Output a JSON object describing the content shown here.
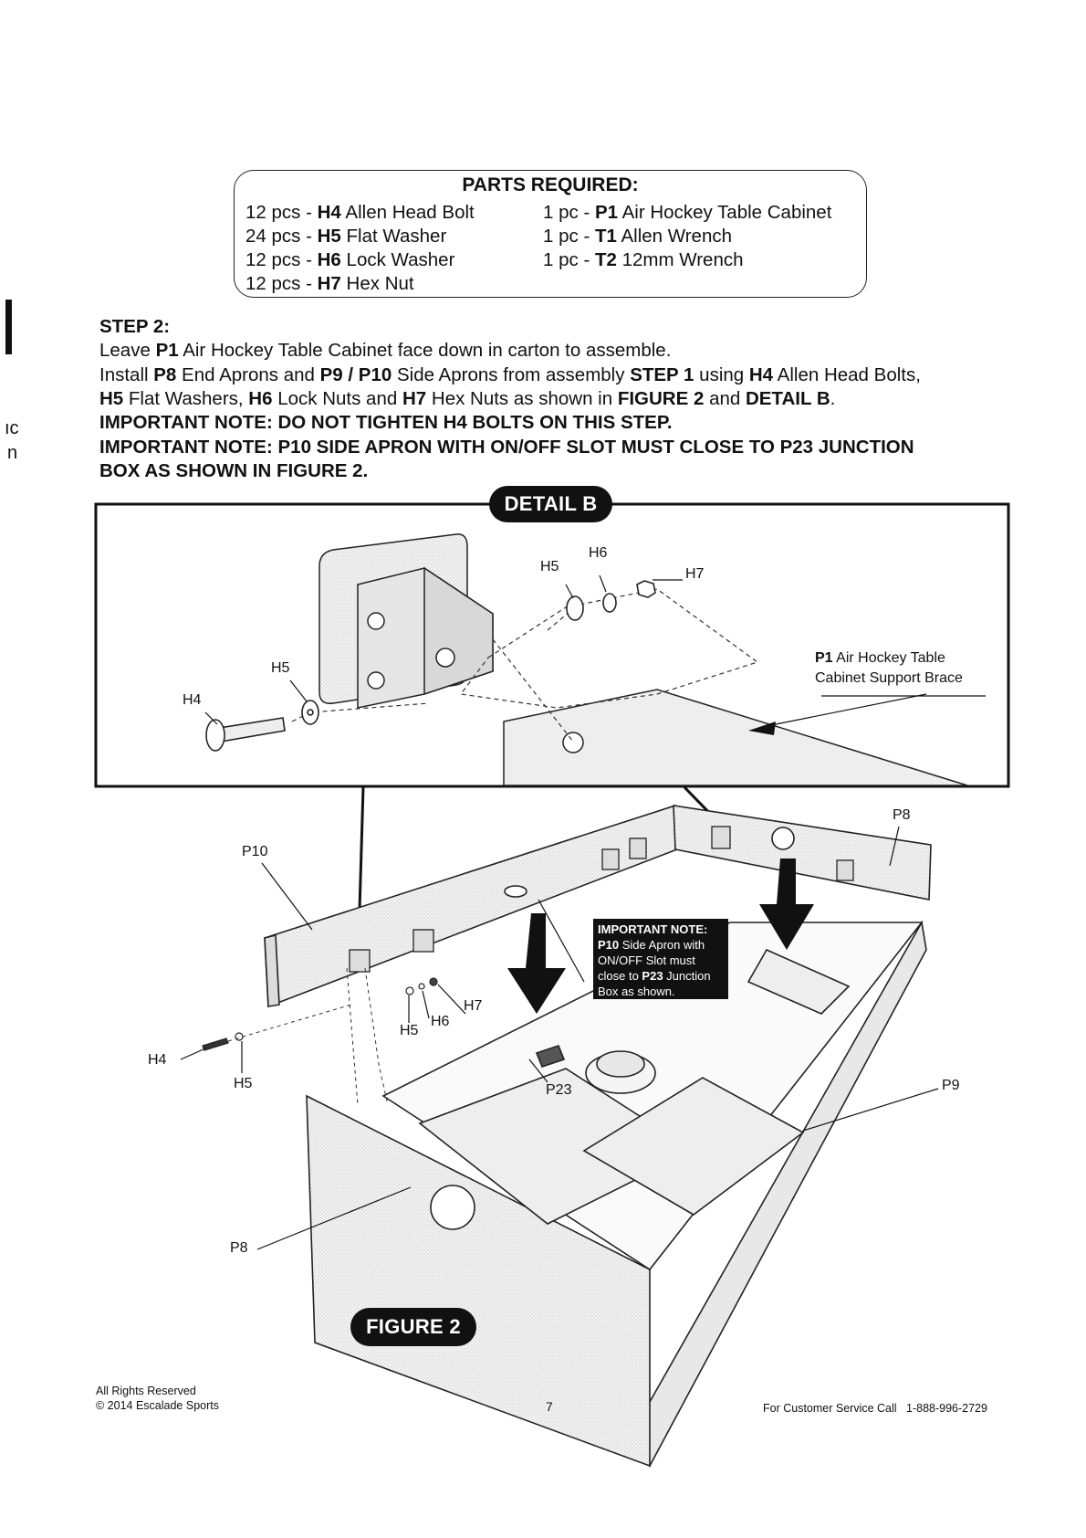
{
  "parts": {
    "title": "PARTS REQUIRED:",
    "left": [
      {
        "qty": "12 pcs - ",
        "code": "H4",
        "name": " Allen Head Bolt"
      },
      {
        "qty": "24 pcs - ",
        "code": "H5",
        "name": " Flat Washer"
      },
      {
        "qty": "12 pcs - ",
        "code": "H6",
        "name": " Lock Washer"
      },
      {
        "qty": "12 pcs - ",
        "code": "H7",
        "name": " Hex Nut"
      }
    ],
    "right": [
      {
        "qty": "1 pc - ",
        "code": "P1",
        "name": " Air Hockey Table Cabinet"
      },
      {
        "qty": "1 pc - ",
        "code": "T1",
        "name": " Allen Wrench"
      },
      {
        "qty": "1 pc - ",
        "code": "T2",
        "name": " 12mm Wrench"
      }
    ]
  },
  "step": {
    "heading": "STEP 2:",
    "l1": {
      "a": "Leave ",
      "b": "P1",
      "c": " Air Hockey Table Cabinet face down in carton to assemble."
    },
    "l2": {
      "a": "Install ",
      "b": "P8",
      "c": " End Aprons and ",
      "d": "P9 / P10",
      "e": " Side Aprons from assembly ",
      "f": "STEP 1",
      "g": " using ",
      "h": "H4",
      "i": " Allen Head Bolts,"
    },
    "l3": {
      "a": "H5",
      "b": " Flat Washers, ",
      "c": "H6",
      "d": " Lock Nuts and ",
      "e": "H7",
      "f": " Hex Nuts as shown in ",
      "g": "FIGURE 2",
      "h": " and ",
      "i": "DETAIL B",
      "j": "."
    },
    "note1": "IMPORTANT NOTE:  DO NOT TIGHTEN H4 BOLTS ON THIS STEP.",
    "note2a": "IMPORTANT NOTE:  P10 SIDE APRON WITH ON/OFF SLOT MUST CLOSE TO P23 JUNCTION",
    "note2b": "BOX AS SHOWN IN FIGURE 2."
  },
  "detail": {
    "badge": "DETAIL B",
    "labels": {
      "h4": "H4",
      "h5a": "H5",
      "h5b": "H5",
      "h6": "H6",
      "h7": "H7"
    },
    "p1_code": "P1",
    "p1_text": " Air Hockey Table",
    "p1_text2": "Cabinet Support Brace"
  },
  "figure": {
    "badge": "FIGURE 2",
    "labels": {
      "p8a": "P8",
      "p8b": "P8",
      "p9": "P9",
      "p10": "P10",
      "p23": "P23",
      "h4": "H4",
      "h5a": "H5",
      "h5b": "H5",
      "h6": "H6",
      "h7": "H7"
    },
    "note": {
      "title": "IMPORTANT NOTE:",
      "l1b": "P10",
      "l1": " Side Apron with",
      "l2": "ON/OFF Slot must",
      "l3a": "close to ",
      "l3b": "P23",
      "l3c": " Junction",
      "l4": "Box as shown."
    }
  },
  "margin": {
    "ic": "ıc",
    "n": "n"
  },
  "footer": {
    "rights": "All Rights Reserved",
    "copyright": "© 2014 Escalade Sports",
    "page": "7",
    "service_label": "For Customer Service Call",
    "phone": "1-888-996-2729"
  }
}
